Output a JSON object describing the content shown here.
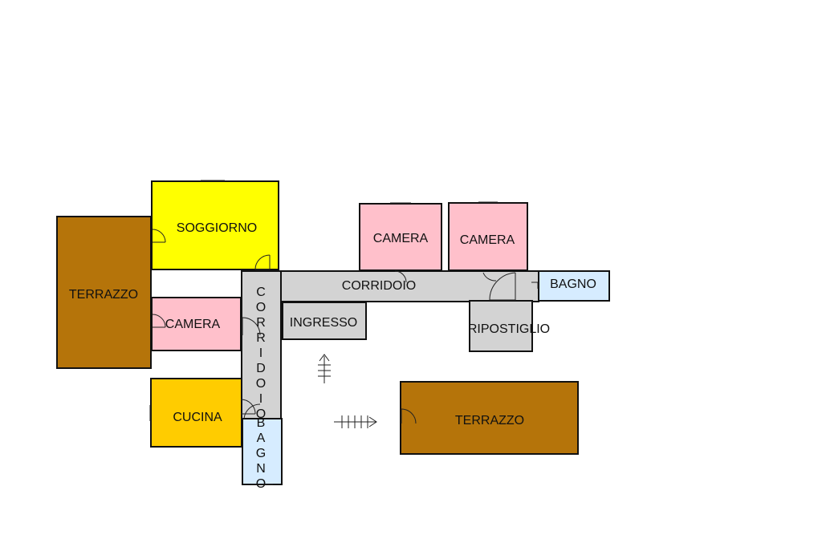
{
  "colors": {
    "terrace": "#b5740a",
    "living": "#ffff00",
    "bedroom": "#ffc0cb",
    "kitchen": "#ffcc00",
    "corridor": "#d3d3d3",
    "bathroom": "#d6ecff",
    "wall": "#111111"
  },
  "rooms": {
    "terrazzo_left": "TERRAZZO",
    "soggiorno": "SOGGIORNO",
    "camera_left": "CAMERA",
    "cucina": "CUCINA",
    "corridoio_vertical": "CORRIDOIO",
    "bagno_vertical": "BAGNO",
    "corridoio_horizontal": "CORRIDOIO",
    "ingresso": "INGRESSO",
    "camera_top_1": "CAMERA",
    "camera_top_2": "CAMERA",
    "bagno_right": "BAGNO",
    "ripostiglio": "RIPOSTIGLIO",
    "terrazzo_right": "TERRAZZO"
  },
  "icons": [
    "door-arc-icon",
    "stair-arrow-icon"
  ]
}
